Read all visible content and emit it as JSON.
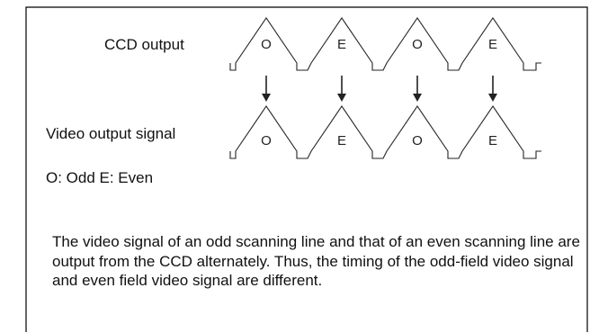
{
  "ccd_label": "CCD output",
  "video_label": "Video output signal",
  "legend": "O: Odd  E: Even",
  "ccd_fields": [
    "O",
    "E",
    "O",
    "E"
  ],
  "video_fields": [
    "O",
    "E",
    "O",
    "E"
  ],
  "description": "The video signal of an odd scanning line and that of an even scanning line are output from the CCD alternately. Thus, the timing of the odd-field video signal and even field video signal are different."
}
